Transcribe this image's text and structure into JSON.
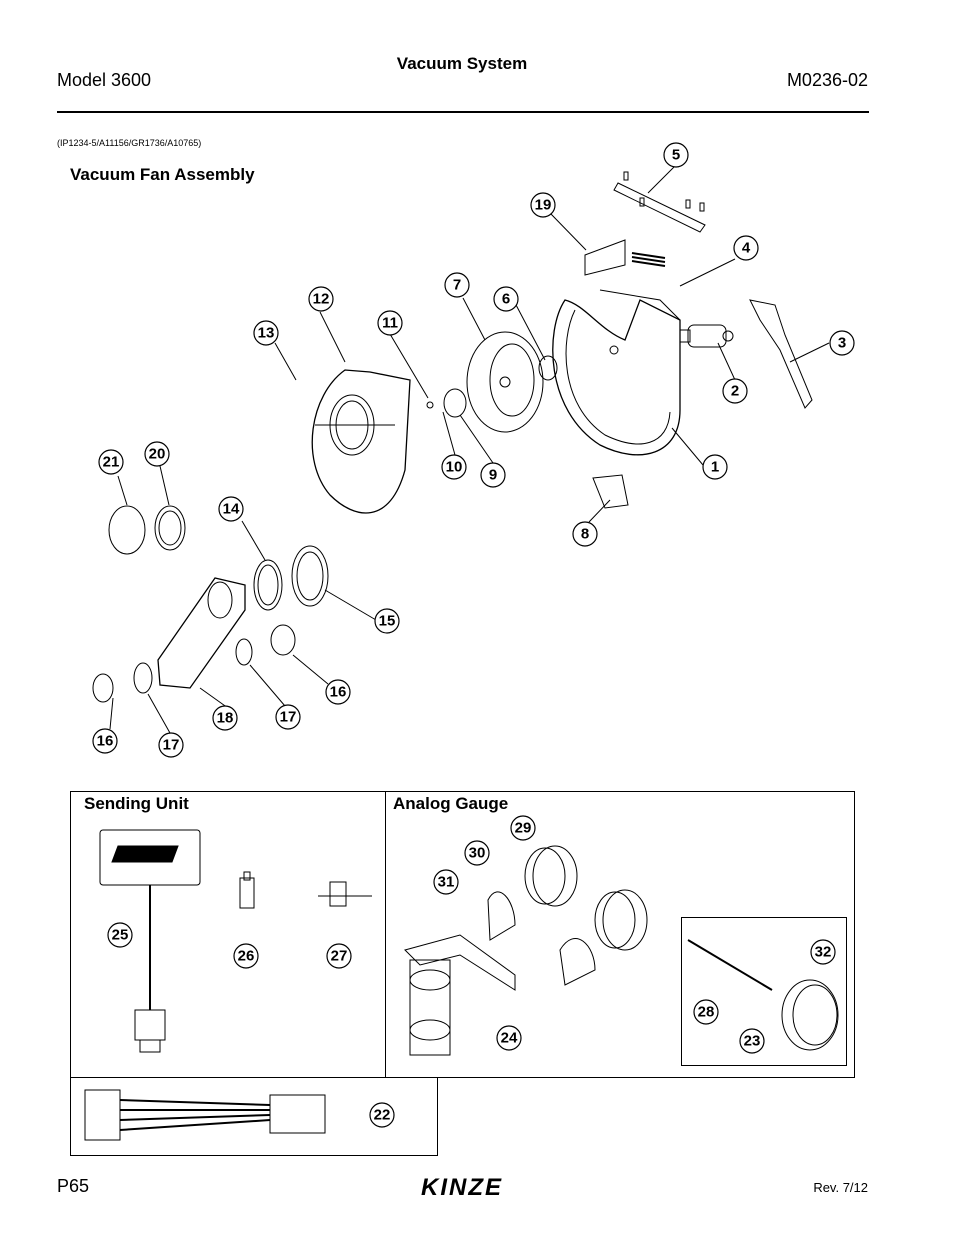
{
  "header": {
    "model": "Model 3600",
    "title": "Vacuum System",
    "doc_number": "M0236-02"
  },
  "reference": "(IP1234-5/A11156/GR1736/A10765)",
  "sections": {
    "fan": "Vacuum Fan Assembly",
    "sending_unit": "Sending Unit",
    "analog_gauge": "Analog Gauge"
  },
  "callouts": [
    "1",
    "2",
    "3",
    "4",
    "5",
    "6",
    "7",
    "8",
    "9",
    "10",
    "11",
    "12",
    "13",
    "14",
    "15",
    "16",
    "16",
    "17",
    "17",
    "18",
    "19",
    "20",
    "21",
    "22",
    "23",
    "24",
    "25",
    "26",
    "27",
    "28",
    "29",
    "30",
    "31",
    "32"
  ],
  "footer": {
    "page": "P65",
    "revision": "Rev. 7/12",
    "brand": "KINZE"
  }
}
